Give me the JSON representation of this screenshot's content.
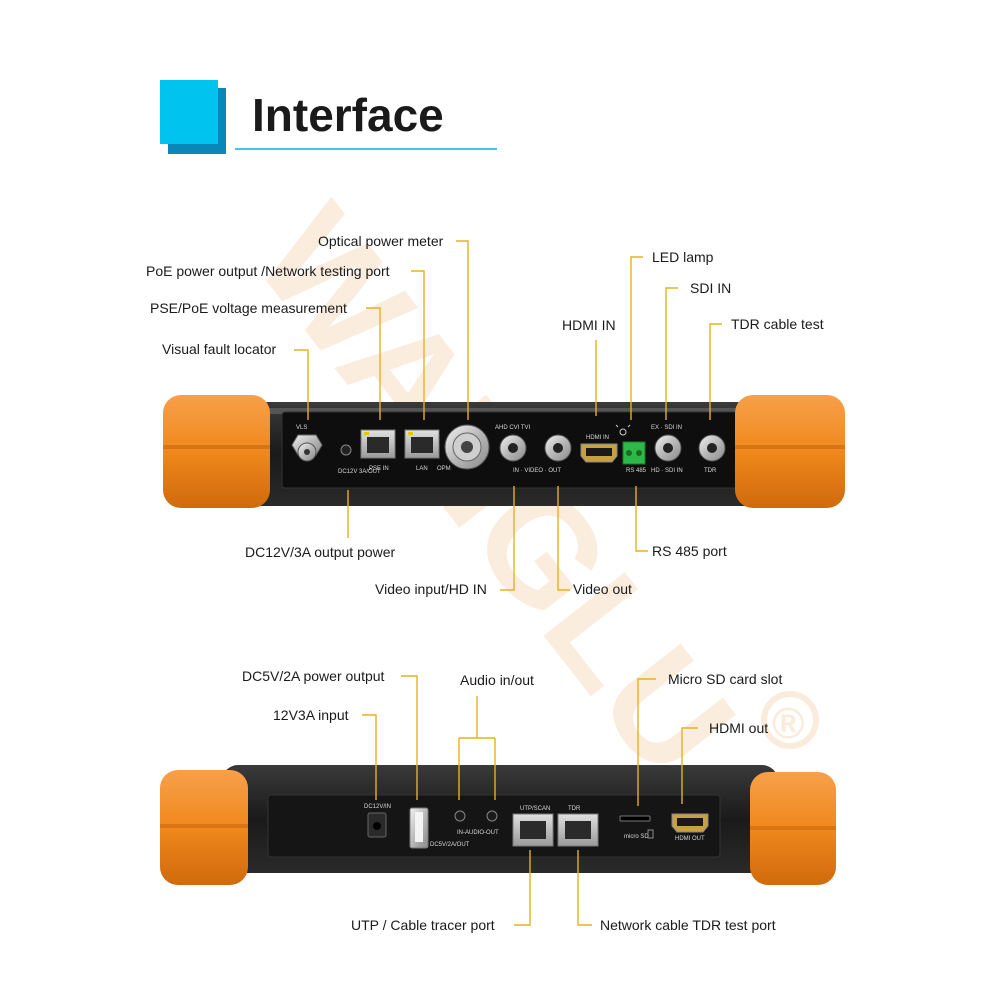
{
  "header": {
    "title": "Interface",
    "accent_color": "#00b4e8"
  },
  "watermark": {
    "text": "WANGLU",
    "symbol": "®"
  },
  "top_panel": {
    "port_labels": {
      "vls": "VLS",
      "dc_out": "DC12V 3A/OUT",
      "pse_in": "PSE IN",
      "lan": "LAN",
      "opm": "OPM",
      "ahd_cvi_tvi": "AHD CVI TVI",
      "video_io": "IN · VIDEO · OUT",
      "hdmi_in": "HDMI IN",
      "rs485": "RS 485",
      "ex_sdi_in": "EX · SDI IN",
      "hd_sdi_in": "HD · SDI IN",
      "tdr": "TDR"
    },
    "callouts": {
      "optical_power_meter": "Optical power meter",
      "poe_output": "PoE power output /Network testing port",
      "pse_voltage": "PSE/PoE voltage measurement",
      "vfl": "Visual fault locator",
      "led_lamp": "LED lamp",
      "sdi_in": "SDI IN",
      "hdmi_in": "HDMI IN",
      "tdr_test": "TDR cable test",
      "dc_output": "DC12V/3A output power",
      "video_input": "Video input/HD IN",
      "video_out": "Video out",
      "rs485_port": "RS 485 port"
    }
  },
  "bottom_panel": {
    "port_labels": {
      "dc_in": "DC12V/IN",
      "dc5v_out": "DC5V/2A/OUT",
      "audio_io": "IN-AUDIO-OUT",
      "utp_scan": "UTP/SCAN",
      "tdr": "TDR",
      "micro_sd": "micro SD",
      "hdmi_out": "HDMI OUT"
    },
    "callouts": {
      "dc5v_power": "DC5V/2A power output",
      "input_12v": "12V3A input",
      "audio": "Audio in/out",
      "micro_sd_slot": "Micro SD card slot",
      "hdmi_out": "HDMI out",
      "utp_tracer": "UTP / Cable tracer port",
      "tdr_port": "Network cable TDR test port"
    }
  },
  "colors": {
    "leader": "#e8b020",
    "bumper": "#f0881c",
    "body": "#1c1c1c",
    "rs485_green": "#2fb84a"
  }
}
